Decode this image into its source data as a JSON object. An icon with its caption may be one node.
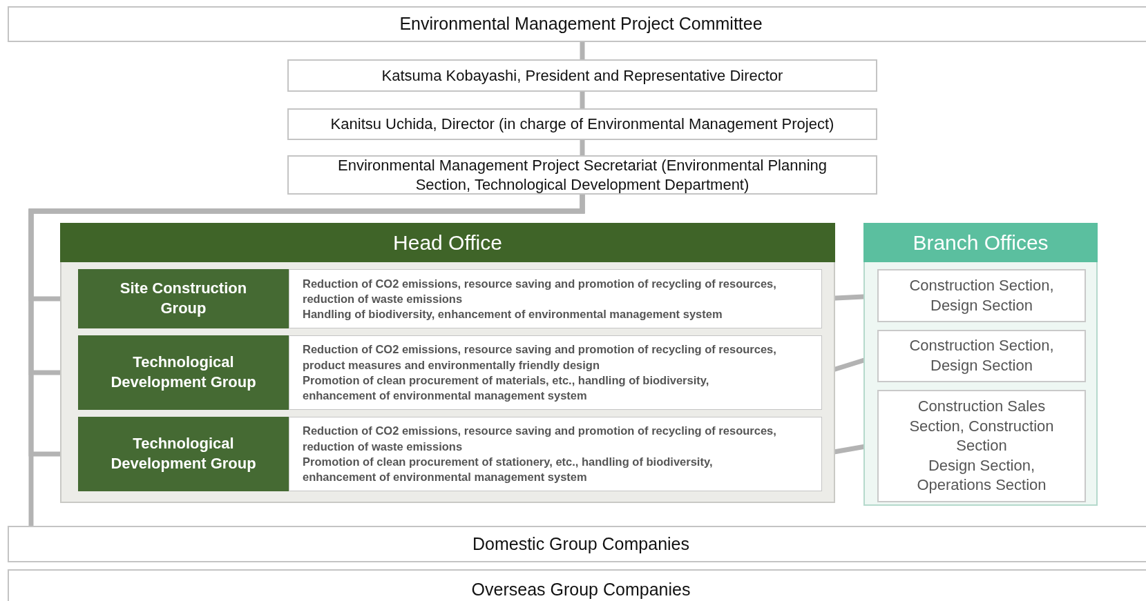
{
  "diagram": {
    "nodes": [
      {
        "text": [
          "Environmental Management Project Committee"
        ]
      },
      {
        "text": [
          "Katsuma Kobayashi, President and Representative Director"
        ]
      },
      {
        "text": [
          "Kanitsu Uchida, Director (in charge of Environmental Management Project)"
        ]
      },
      {
        "text": [
          "Environmental Management Project Secretariat (Environmental Planning Section, Technological Development Department)"
        ]
      },
      {
        "text": [
          "Head Office"
        ]
      },
      {
        "text": [
          "Site Construction Group"
        ],
        "in": 4
      },
      {
        "text": [
          "Reduction of CO2 emissions, resource saving and promotion of recycling of resources, reduction of waste emissions",
          "Handling of biodiversity, enhancement of environmental management system"
        ],
        "in": 4
      },
      {
        "text": [
          "Technological Development Group"
        ],
        "in": 4
      },
      {
        "text": [
          "Reduction of CO2 emissions, resource saving and promotion of recycling of resources, product measures and environmentally friendly design",
          "Promotion of clean procurement of materials, etc., handling of biodiversity, enhancement of environmental management system"
        ],
        "in": 4
      },
      {
        "text": [
          "Technological Development Group"
        ],
        "in": 4
      },
      {
        "text": [
          "Reduction of CO2 emissions, resource saving and promotion of recycling of resources, reduction of waste emissions",
          "Promotion of clean procurement of stationery, etc., handling of biodiversity, enhancement of environmental management system"
        ],
        "in": 4
      },
      {
        "text": [
          "Branch Offices"
        ]
      },
      {
        "text": [
          "Construction Section, Design Section"
        ],
        "in": 11
      },
      {
        "text": [
          "Construction Section, Design Section"
        ],
        "in": 11
      },
      {
        "text": [
          "Construction Sales Section, Construction Section",
          "Design Section, Operations Section"
        ],
        "in": 11
      },
      {
        "text": [
          "Domestic Group Companies"
        ]
      },
      {
        "text": [
          "Overseas Group Companies"
        ]
      }
    ],
    "edges": [
      {
        "from": 0,
        "to": 1,
        "arrow": "none"
      },
      {
        "from": 1,
        "to": 2,
        "arrow": "none"
      },
      {
        "from": 2,
        "to": 3,
        "arrow": "none"
      },
      {
        "from": 3,
        "to": 5,
        "arrow": "none"
      },
      {
        "from": 3,
        "to": 7,
        "arrow": "none"
      },
      {
        "from": 3,
        "to": 9,
        "arrow": "none"
      },
      {
        "from": 3,
        "to": 15,
        "arrow": "none"
      },
      {
        "from": 6,
        "to": 12,
        "arrow": "none"
      },
      {
        "from": 8,
        "to": 13,
        "arrow": "none"
      },
      {
        "from": 10,
        "to": 14,
        "arrow": "none"
      }
    ]
  }
}
